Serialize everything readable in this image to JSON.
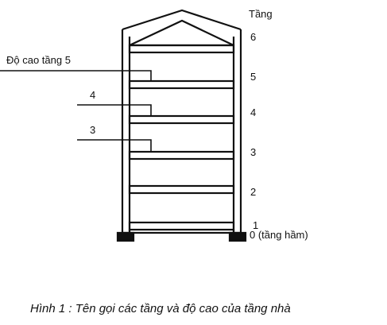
{
  "floor_axis_title": "Tầng",
  "floor_numbers": [
    "6",
    "5",
    "4",
    "3",
    "2",
    "1"
  ],
  "basement_label": "0 (tầng hầm)",
  "height_labels": [
    "Độ cao tầng 5",
    "4",
    "3"
  ],
  "caption": "Hình 1 : Tên gọi các tầng và độ cao của tầng nhà",
  "colors": {
    "ink": "#111111",
    "paper": "#ffffff"
  }
}
